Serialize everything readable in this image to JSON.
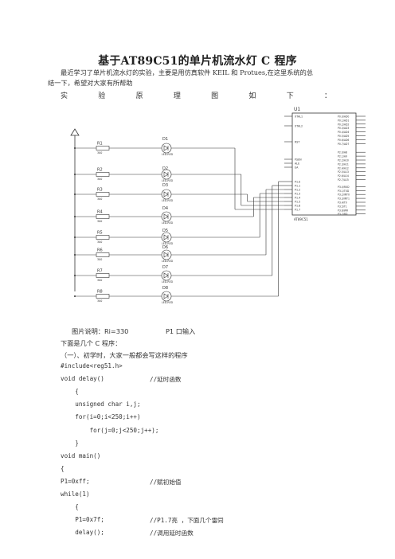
{
  "title": "基于AT89C51的单片机流水灯 C 程序",
  "intro": {
    "line1": "最近学习了单片机流水灯的实验，主要是用仿真软件 KEIL 和 Protues,在这里系统的总",
    "line2": "结一下，希望对大家有所帮助"
  },
  "heading_chars": [
    "实",
    "验",
    "原",
    "理",
    "图",
    "如",
    "下",
    "："
  ],
  "diagram": {
    "chip_label": "U1",
    "chip_part": "AT89C51",
    "chip_pins_left": [
      "XTAL1",
      "XTAL2",
      "RST",
      "PSEN",
      "ALE",
      "EA",
      "P1.0",
      "P1.1",
      "P1.2",
      "P1.3",
      "P1.4",
      "P1.5",
      "P1.6",
      "P1.7"
    ],
    "chip_pins_right": [
      "P0.0/AD0",
      "P0.1/AD1",
      "P0.2/AD2",
      "P0.3/AD3",
      "P0.4/AD4",
      "P0.5/AD5",
      "P0.6/AD6",
      "P0.7/AD7",
      "P2.0/A8",
      "P2.1/A9",
      "P2.2/A10",
      "P2.3/A11",
      "P2.4/A12",
      "P2.5/A13",
      "P2.6/A14",
      "P2.7/A15",
      "P3.0/RXD",
      "P3.1/TXD",
      "P3.2/INT0",
      "P3.3/INT1",
      "P3.4/T0",
      "P3.5/T1",
      "P3.6/WR",
      "P3.7/RD"
    ],
    "resistors": [
      {
        "name": "R1",
        "value": "300"
      },
      {
        "name": "R2",
        "value": "300"
      },
      {
        "name": "R3",
        "value": "300"
      },
      {
        "name": "R4",
        "value": "300"
      },
      {
        "name": "R5",
        "value": "300"
      },
      {
        "name": "R6",
        "value": "300"
      },
      {
        "name": "R7",
        "value": "300"
      },
      {
        "name": "R8",
        "value": "300"
      }
    ],
    "leds": [
      {
        "name": "D1",
        "part": "LED-RED"
      },
      {
        "name": "D2",
        "part": "LED-RED"
      },
      {
        "name": "D3",
        "part": "LED-RED"
      },
      {
        "name": "D4",
        "part": "LED-RED"
      },
      {
        "name": "D5",
        "part": "LED-RED"
      },
      {
        "name": "D6",
        "part": "LED-RED"
      },
      {
        "name": "D7",
        "part": "LED-RED"
      },
      {
        "name": "D8",
        "part": "LED-RED"
      }
    ]
  },
  "caption": {
    "label": "图片说明：Ri=330",
    "note": "P1 口输入"
  },
  "line_next": "下面是几个 C 程序：",
  "line_first": "（一）、初学时，大家一般都会写这样的程序",
  "code": [
    {
      "text": "#include<reg51.h>",
      "comment": ""
    },
    {
      "text": "void delay()",
      "comment": "//延时函数"
    },
    {
      "text": "    {",
      "comment": ""
    },
    {
      "text": "    unsigned char i,j;",
      "comment": ""
    },
    {
      "text": "    for(i=0;i<250;i++)",
      "comment": ""
    },
    {
      "text": "        for(j=0;j<250;j++);",
      "comment": ""
    },
    {
      "text": "    }",
      "comment": ""
    },
    {
      "text": "void main()",
      "comment": ""
    },
    {
      "text": "{",
      "comment": ""
    },
    {
      "text": "P1=0xff;",
      "comment": "//赋初始值"
    },
    {
      "text": "while(1)",
      "comment": ""
    },
    {
      "text": "    {",
      "comment": ""
    },
    {
      "text": "    P1=0x7f;",
      "comment": "//P1.7亮 ，下面几个雷同"
    },
    {
      "text": "    delay();",
      "comment": "//调用延时函数"
    }
  ]
}
